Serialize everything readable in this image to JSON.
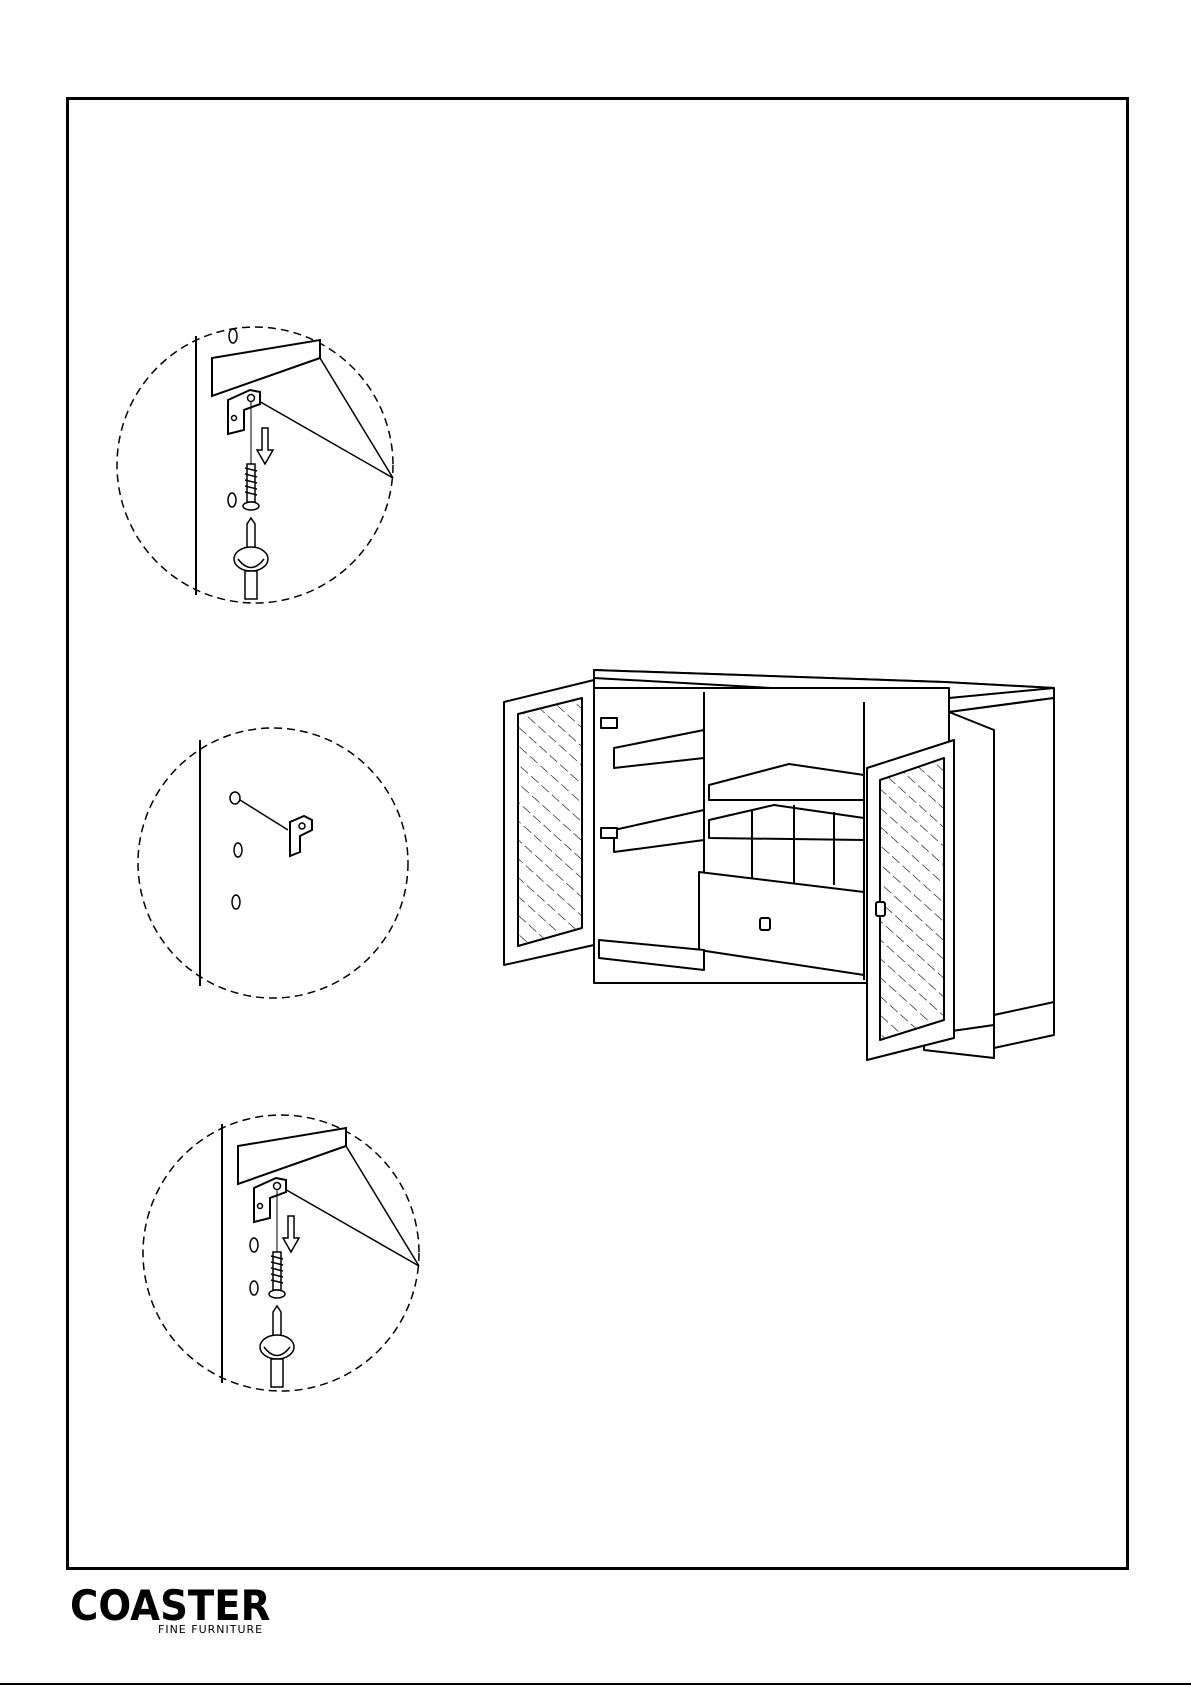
{
  "brand": {
    "name": "COASTER",
    "tagline": "FINE FURNITURE",
    "color": "#000000"
  },
  "illustrations": {
    "detail_top": "shelf-bracket-screw-detail",
    "detail_middle": "shelf-pin-insertion-detail",
    "detail_bottom": "shelf-bracket-screw-detail",
    "main": "cabinet-open-doors"
  }
}
